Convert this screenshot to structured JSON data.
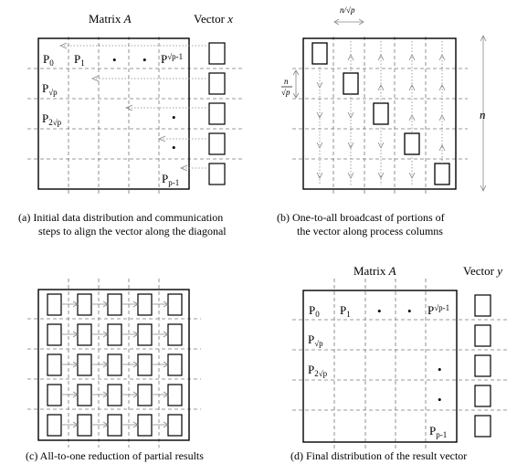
{
  "panel_a": {
    "matrix_label": "Matrix",
    "matrix_symbol": "A",
    "vector_label": "Vector",
    "vector_symbol": "x",
    "p0": "P",
    "p0_sub": "0",
    "p1": "P",
    "p1_sub": "1",
    "psqrt": "P",
    "psqrt_sub": "√p",
    "psqrtm1": "P",
    "psqrtm1_sub": "√p-1",
    "p2sqrt": "P",
    "p2sqrt_sub": "2√p",
    "pp1": "P",
    "pp1_sub": "p-1",
    "dot": "•",
    "caption_line1": "(a)  Initial data distribution and communication",
    "caption_line2": "steps to align the vector along the diagonal"
  },
  "panel_b": {
    "top_dim": "n/√p",
    "side_dim_num": "n",
    "side_dim_den": "√p",
    "n_label": "n",
    "caption_line1": "(b)  One-to-all broadcast of portions of",
    "caption_line2": "the vector along process columns"
  },
  "panel_c": {
    "caption_line1": "(c)  All-to-one reduction of partial results"
  },
  "panel_d": {
    "matrix_label": "Matrix",
    "matrix_symbol": "A",
    "vector_label": "Vector",
    "vector_symbol": "y",
    "p0": "P",
    "p0_sub": "0",
    "p1": "P",
    "p1_sub": "1",
    "psqrt": "P",
    "psqrt_sub": "√p",
    "psqrtm1": "P",
    "psqrtm1_sub": "√p-1",
    "p2sqrt": "P",
    "p2sqrt_sub": "2√p",
    "pp1": "P",
    "pp1_sub": "p-1",
    "dot": "•",
    "caption_line1": "(d)  Final distribution of the result vector"
  }
}
